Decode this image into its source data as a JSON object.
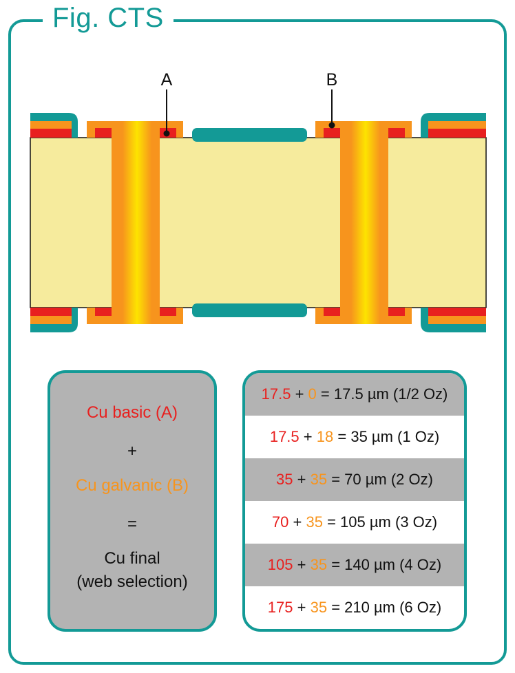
{
  "figure": {
    "title": "Fig. CTS",
    "label_a": "A",
    "label_b": "B"
  },
  "colors": {
    "teal": "#139a96",
    "substrate": "#f6eb9d",
    "basic_copper": "#e8201f",
    "galvanic_copper": "#f7941d",
    "via_fill": "#fde400",
    "panel_gray": "#b3b3b3"
  },
  "formula": {
    "basic": "Cu basic (A)",
    "plus": "+",
    "galvanic": "Cu galvanic (B)",
    "equals": "=",
    "final_line1": "Cu final",
    "final_line2": "(web selection)"
  },
  "thickness_table": [
    {
      "basic": "17.5",
      "plus": "+",
      "galvanic": "0",
      "result": "= 17.5 µm (1/2 Oz)"
    },
    {
      "basic": "17.5",
      "plus": "+",
      "galvanic": "18",
      "result": "= 35 µm (1 Oz)"
    },
    {
      "basic": "35",
      "plus": "+",
      "galvanic": "35",
      "result": "= 70 µm (2 Oz)"
    },
    {
      "basic": "70",
      "plus": "+",
      "galvanic": "35",
      "result": "= 105 µm (3 Oz)"
    },
    {
      "basic": "105",
      "plus": "+",
      "galvanic": "35",
      "result": "= 140 µm (4 Oz)"
    },
    {
      "basic": "175",
      "plus": "+",
      "galvanic": "35",
      "result": "= 210 µm (6 Oz)"
    }
  ]
}
